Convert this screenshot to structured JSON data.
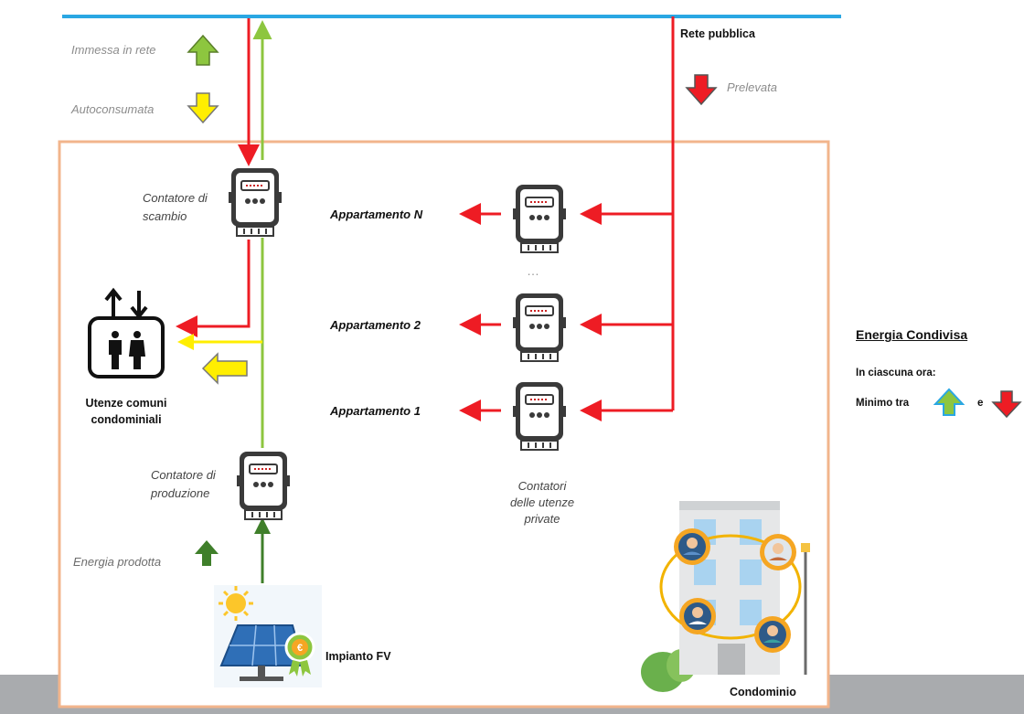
{
  "colors": {
    "grid_line": "#2aa7e3",
    "import_flow": "#ee1c24",
    "export_flow": "#8dc63f",
    "self_consumed": "#ffee00",
    "produced": "#3f7f2a",
    "building_border": "#f2b58c",
    "floor_band": "#a9abae"
  },
  "grid": {
    "label": "Rete pubblica"
  },
  "legend_left": {
    "immessa": "Immessa in rete",
    "autoconsumata": "Autoconsumata",
    "prelevata": "Prelevata"
  },
  "meters": {
    "scambio": {
      "line1": "Contatore di",
      "line2": "scambio",
      "icon": "electric-meter-icon"
    },
    "produzione": {
      "line1": "Contatore di",
      "line2": "produzione",
      "icon": "electric-meter-icon"
    },
    "private": {
      "line1": "Contatori",
      "line2": "delle utenze",
      "line3": "private"
    }
  },
  "apartments": [
    {
      "label": "Appartamento N"
    },
    {
      "label": "Appartamento 2"
    },
    {
      "label": "Appartamento 1"
    }
  ],
  "ellipsis": "…",
  "common_users": {
    "line1": "Utenze comuni",
    "line2": "condominiali",
    "icon": "elevator-icon"
  },
  "production": {
    "label": "Energia prodotta",
    "plant_label": "Impianto FV",
    "icon": "solar-panel-icon"
  },
  "building": {
    "label": "Condominio",
    "icon": "apartment-building-icon"
  },
  "shared_energy": {
    "title": "Energia Condivisa",
    "line1": "In ciascuna ora:",
    "minimo": "Minimo tra",
    "and": "e"
  }
}
